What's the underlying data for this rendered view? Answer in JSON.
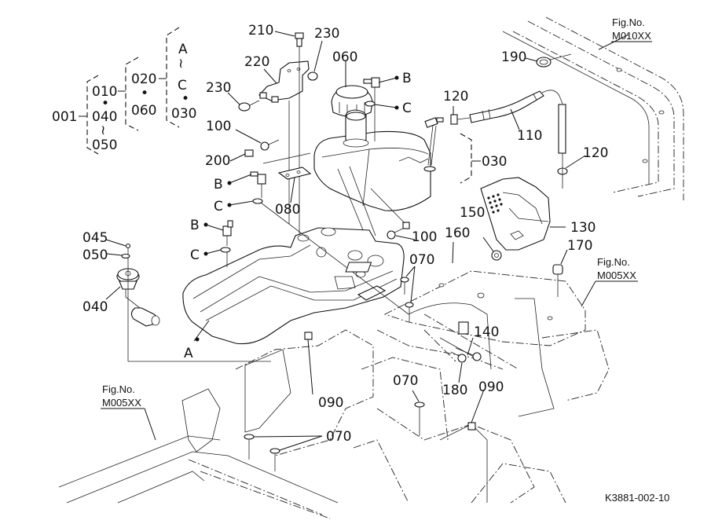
{
  "diagram": {
    "type": "exploded-parts-view",
    "drawing_code": "K3881-002-10",
    "assembly_tree": {
      "root": "001",
      "level1": [
        "010",
        "040",
        "050"
      ],
      "level1_separators": [
        "•",
        "≀"
      ],
      "level2": [
        "020",
        "060"
      ],
      "level2_separators": [
        "•"
      ],
      "level3": [
        "A",
        "C",
        "030"
      ],
      "level3_separators": [
        "≀",
        "•"
      ]
    },
    "figure_refs": [
      {
        "title": "Fig.No.",
        "code": "M010XX"
      },
      {
        "title": "Fig.No.",
        "code": "M005XX"
      },
      {
        "title": "Fig.No.",
        "code": "M005XX"
      }
    ],
    "callouts": {
      "p210": "210",
      "p230a": "230",
      "p230b": "230",
      "p220": "220",
      "p060": "060",
      "p100a": "100",
      "p200": "200",
      "p080": "080",
      "p100b": "100",
      "p045": "045",
      "p050": "050",
      "p040": "040",
      "p030": "030",
      "p120a": "120",
      "p110": "110",
      "p190": "190",
      "p120b": "120",
      "p130": "130",
      "p150": "150",
      "p160": "160",
      "p170": "170",
      "p070a": "070",
      "p070b": "070",
      "p070c": "070",
      "p140": "140",
      "p180": "180",
      "p090a": "090",
      "p090b": "090"
    },
    "letter_refs": {
      "B1": "B",
      "C1": "C",
      "B2": "B",
      "C2": "C",
      "B3": "B",
      "C3": "C",
      "A": "A"
    }
  }
}
